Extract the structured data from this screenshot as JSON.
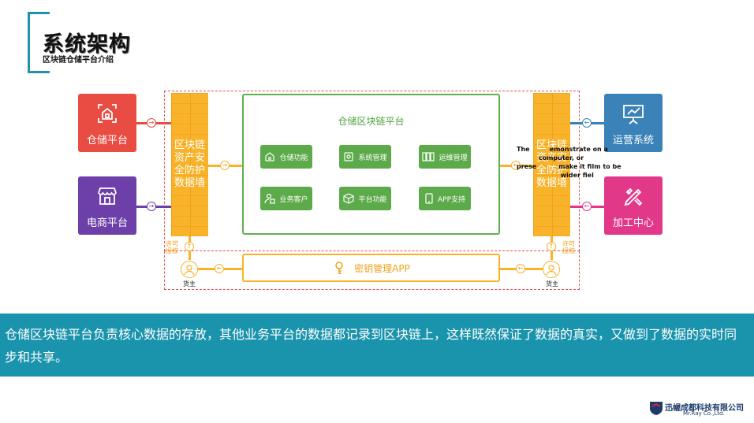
{
  "header": {
    "title": "系统架构",
    "subtitle": "区块链仓储平台介绍"
  },
  "left_platforms": [
    {
      "label": "仓储平台",
      "icon": "warehouse-icon",
      "color": "#e84c43"
    },
    {
      "label": "电商平台",
      "icon": "shop-icon",
      "color": "#6d3fa8"
    }
  ],
  "right_platforms": [
    {
      "label": "运营系统",
      "icon": "presentation-icon",
      "color": "#3a82b8"
    },
    {
      "label": "加工中心",
      "icon": "tools-icon",
      "color": "#e2388a"
    }
  ],
  "firewall": {
    "left_lines": [
      "区块链",
      "资产安",
      "全防护",
      "数据墙"
    ],
    "right_lines": [
      "区块链",
      "资产安",
      "全防护",
      "数据墙"
    ],
    "color": "#f9b32a"
  },
  "central": {
    "title": "仓储区块链平台",
    "modules": [
      {
        "label": "仓储功能",
        "icon": "storage-icon"
      },
      {
        "label": "系统管理",
        "icon": "settings-icon"
      },
      {
        "label": "运维管理",
        "icon": "server-icon"
      },
      {
        "label": "业务客户",
        "icon": "customer-icon"
      },
      {
        "label": "平台功能",
        "icon": "cube-icon"
      },
      {
        "label": "APP支持",
        "icon": "phone-icon"
      }
    ],
    "accent": "#5daa4a"
  },
  "key_app": {
    "label": "密钥管理APP",
    "icon": "key-icon"
  },
  "left_owner": {
    "permit": [
      "许可",
      "授权"
    ],
    "label": "货主"
  },
  "right_owner": {
    "permit": [
      "许可",
      "授权"
    ],
    "label": "货主"
  },
  "overflow_note": {
    "lines": [
      "The         emonstrate on a",
      "          computer, or",
      "prese          make it film to be",
      "                    wider fiel"
    ]
  },
  "banner": {
    "text": "仓储区块链平台负责核心数据的存放，其他业务平台的数据都记录到区块链上，这样既然保证了数据的真实，又做到了数据的实时同步和共享。",
    "color": "#1a93ad"
  },
  "company": {
    "name": "迅幄成都科技有限公司",
    "english": "Mr.Ray Co.,Ltd."
  }
}
